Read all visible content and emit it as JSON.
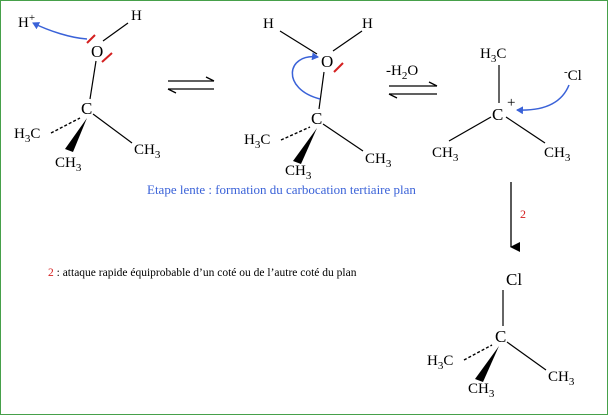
{
  "molecule1": {
    "proton": "H",
    "proton_charge": "+",
    "h_top": "H",
    "oxygen": "O",
    "carbon": "C",
    "methyl_left_h": "H",
    "methyl_left_3": "3",
    "methyl_left_c": "C",
    "methyl_bottom_c": "CH",
    "methyl_bottom_3": "3",
    "methyl_right_c": "CH",
    "methyl_right_3": "3"
  },
  "molecule2": {
    "h_left": "H",
    "h_right": "H",
    "oxygen": "O",
    "carbon": "C",
    "methyl_left_h": "H",
    "methyl_left_3": "3",
    "methyl_left_c": "C",
    "methyl_bottom_c": "CH",
    "methyl_bottom_3": "3",
    "methyl_right_c": "CH",
    "methyl_right_3": "3"
  },
  "water_loss": {
    "prefix": "-H",
    "sub": "2",
    "suffix": "O"
  },
  "carbocation": {
    "methyl_top_h": "H",
    "methyl_top_3": "3",
    "methyl_top_c": "C",
    "carbon": "C",
    "charge": "+",
    "methyl_left_c": "CH",
    "methyl_left_3": "3",
    "methyl_right_c": "CH",
    "methyl_right_3": "3",
    "chloride_charge": "-",
    "chloride": "Cl"
  },
  "product": {
    "chlorine": "Cl",
    "carbon": "C",
    "methyl_left_h": "H",
    "methyl_left_3": "3",
    "methyl_left_c": "C",
    "methyl_bottom_c": "CH",
    "methyl_bottom_3": "3",
    "methyl_right_c": "CH",
    "methyl_right_3": "3"
  },
  "caption": "Etape lente : formation du  carbocation tertiaire plan",
  "step2": {
    "arrow_label": "2",
    "note_number": "2",
    "note_text": " : attaque rapide équiprobable d’un coté ou de l’autre coté du plan"
  },
  "colors": {
    "frame": "#46a04a",
    "curved_arrow": "#3a62d8",
    "bond_mark": "#d42020",
    "caption": "#3a62d8",
    "step_number": "#d42020"
  }
}
